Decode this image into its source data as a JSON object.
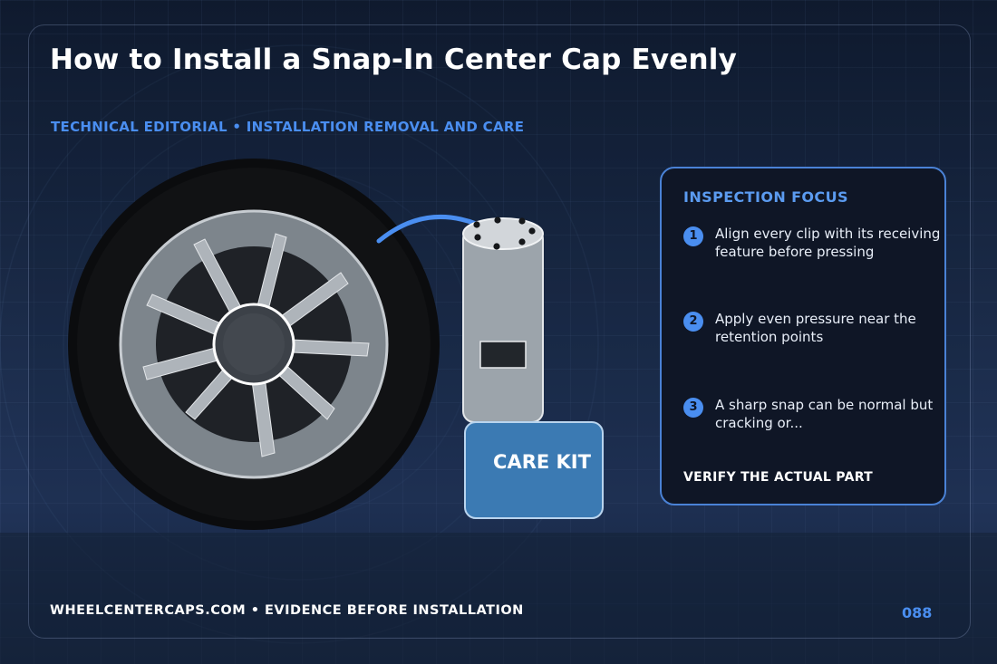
{
  "header": {
    "title": "How to Install a Snap-In Center Cap Evenly",
    "subtitle": "TECHNICAL EDITORIAL • INSTALLATION REMOVAL AND CARE"
  },
  "illustration": {
    "kit_label": "CARE KIT"
  },
  "panel": {
    "heading": "INSPECTION FOCUS",
    "items": [
      {
        "num": "1",
        "text": "Align every clip with its receiving feature before pressing"
      },
      {
        "num": "2",
        "text": "Apply even pressure near the retention points"
      },
      {
        "num": "3",
        "text": "A sharp snap can be normal but cracking or..."
      }
    ],
    "verify": "VERIFY THE ACTUAL PART"
  },
  "footer": {
    "text": "WHEELCENTERCAPS.COM • EVIDENCE BEFORE INSTALLATION",
    "page": "088"
  },
  "colors": {
    "accent": "#4a8ef0",
    "background": "#1a2a47",
    "panel": "#0f1626",
    "kit_box": "#3b7ab3"
  }
}
